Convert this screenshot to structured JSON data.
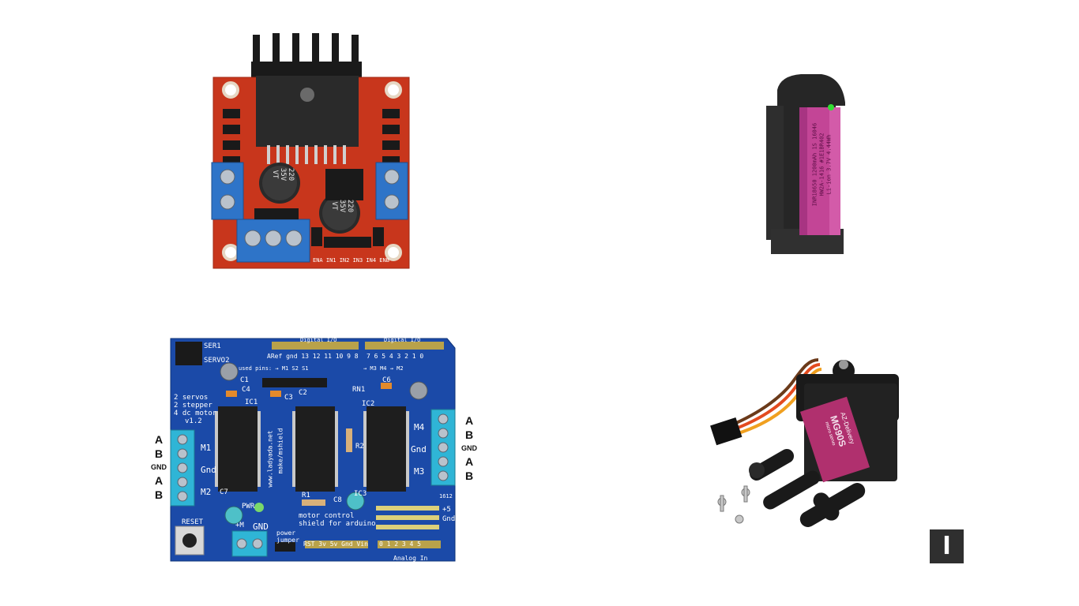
{
  "products": {
    "driver": {
      "name": "l298n-motor-driver",
      "cap1": [
        "220",
        "35V",
        "VT"
      ],
      "cap2": [
        "220",
        "35V",
        "VT"
      ],
      "pins": "ENA IN1 IN2 IN3 IN4 ENB"
    },
    "charger": {
      "name": "battery-charger",
      "cell_text": [
        "INR18650 1200mAh 1S 16046",
        "HW2A-1416 #1E1BR402",
        "Li-ion 3.7V 4.44Wh"
      ]
    },
    "shield": {
      "name": "motor-shield",
      "ser1": "SER1",
      "servo2": "SERVO2",
      "info": [
        "2 servos",
        "2 stepper",
        "4 dc motor",
        "v1.2"
      ],
      "digital_io": "Digital I/O",
      "digital_io2": "Digital I/O",
      "top_pins_left": "ARef gnd 13 12 11 10 9 8",
      "top_pins_right": "7 6 5 4 3 2 1 0",
      "used_pins": "used pins: → M1 S2 S1",
      "m34": "→ M3 M4 → M2",
      "labels": {
        "c1": "C1",
        "c2": "C2",
        "c3": "C3",
        "c4": "C4",
        "c6": "C6",
        "c7": "C7",
        "c8": "C8",
        "ic1": "IC1",
        "ic2": "IC2",
        "ic3": "IC3",
        "rn1": "RN1",
        "r1": "R1",
        "r2": "R2",
        "m1": "M1",
        "m2": "M2",
        "m3": "M3",
        "m4": "M4",
        "gnd": "Gnd",
        "gnd2": "Gnd",
        "pwr": "PWR",
        "reset": "RESET",
        "ext_gnd": "GND",
        "ext_plus": "+M",
        "plus5": "+5",
        "gnd5": "Gnd",
        "ver": "1612"
      },
      "url": "www.ladyada.net",
      "url2": "make/mshield",
      "brand": [
        "motor control",
        "shield for arduino"
      ],
      "power_jumper": [
        "power",
        "jumper"
      ],
      "bottom_pins": "RST 3v 5v Gnd Vin",
      "analog_pins": "0 1 2 3 4 5",
      "analog_in": "Analog In",
      "left_labels": [
        "A",
        "B",
        "GND",
        "A",
        "B"
      ],
      "right_labels": [
        "A",
        "B",
        "GND",
        "A",
        "B"
      ]
    },
    "servo": {
      "name": "micro-servo",
      "brand": "AZ-Delivery",
      "model": "MG90S",
      "sub": "micro servo"
    }
  },
  "logo": {
    "letter": "l"
  },
  "colors": {
    "driver_pcb": "#c8361c",
    "shield_pcb": "#1b4aa8",
    "terminal": "#2e74c8",
    "servo_pink": "#b0306e"
  }
}
